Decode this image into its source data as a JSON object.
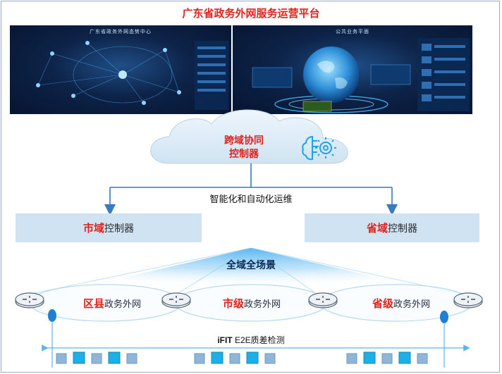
{
  "header": {
    "title": "广东省政务外网服务运营平台"
  },
  "screens": {
    "left_caption": "广东省政务外网态势中心",
    "right_caption": "公共业务平面"
  },
  "cloud": {
    "line1": "跨域协同",
    "line2": "控制器"
  },
  "flow": {
    "label": "智能化和自动化运维"
  },
  "controllers": {
    "city": {
      "highlight": "市域",
      "text": "控制器"
    },
    "province": {
      "highlight": "省域",
      "text": "控制器"
    }
  },
  "scene": {
    "label": "全域全场景"
  },
  "networks": [
    {
      "highlight": "区县",
      "text": "政务外网"
    },
    {
      "highlight": "市级",
      "text": "政务外网"
    },
    {
      "highlight": "省级",
      "text": "政务外网"
    }
  ],
  "ifit": {
    "bold": "iFIT",
    "text": " E2E质差检测"
  },
  "colors": {
    "accent_red": "#e0211c",
    "box_blue": "#cfe3f2",
    "arrow_blue": "#3a78c2",
    "dark_navy": "#0b2a55"
  }
}
